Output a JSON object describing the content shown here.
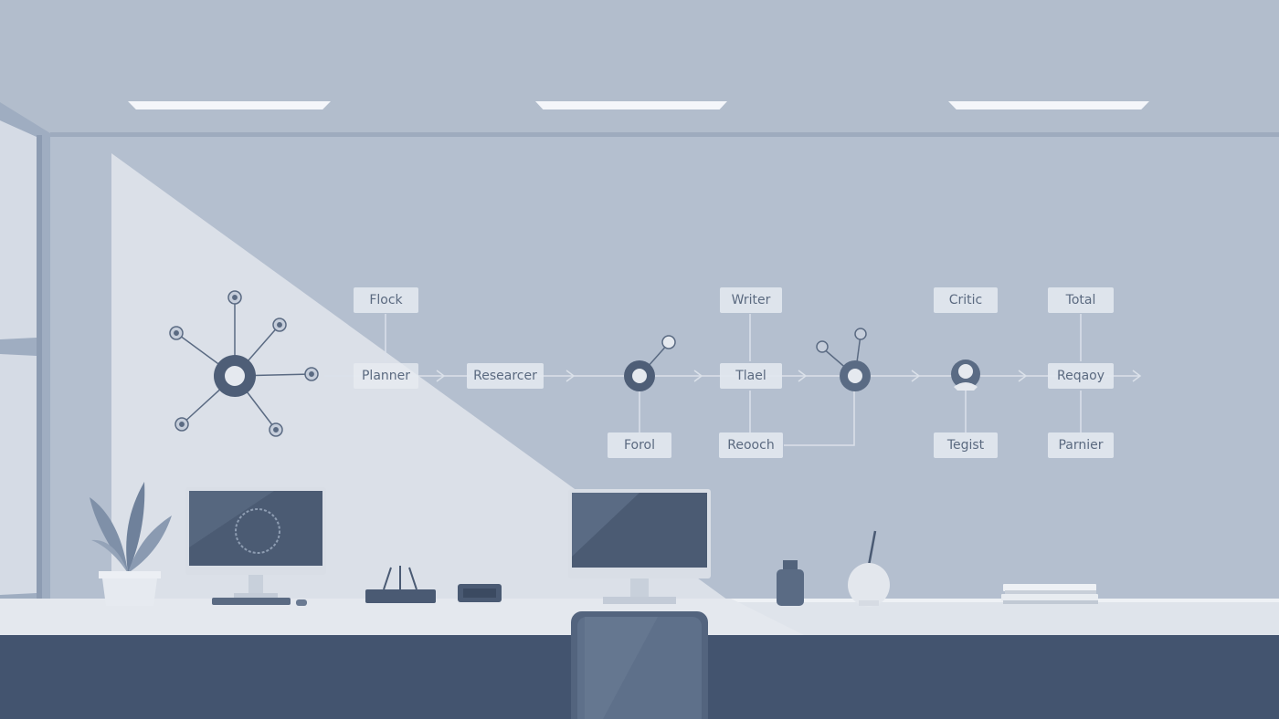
{
  "scene": {
    "description_style": "flat illustration of an office with an agent workflow diagram on the wall"
  },
  "colors": {
    "wall": "#b4bfcf",
    "ceiling": "#b3becd",
    "light_beam": "#d6dce6",
    "desk_top": "#dde2ea",
    "desk_front": "#43546f",
    "node_dark": "#506078",
    "line": "#dbe1ea",
    "label_bg": "#e2e7ef",
    "label_text": "#5b6a80"
  },
  "diagram": {
    "labels": {
      "flock": "Flock",
      "planner": "Planner",
      "researcher": "Researcer",
      "writer": "Writer",
      "tool": "Tlael",
      "focal": "Forol",
      "reach": "Reooch",
      "critic": "Critic",
      "target": "Tegist",
      "total": "Total",
      "ready": "Reqaoy",
      "partner": "Parnier"
    }
  },
  "icons": {
    "hub": "network-hub-icon",
    "node": "ring-node-icon",
    "arrow": "arrow-right-icon",
    "person": "person-node-icon",
    "plant": "plant-icon",
    "monitor": "monitor-icon",
    "chair": "chair-icon",
    "vase": "vase-icon",
    "bottle": "bottle-icon",
    "books": "books-icon"
  }
}
